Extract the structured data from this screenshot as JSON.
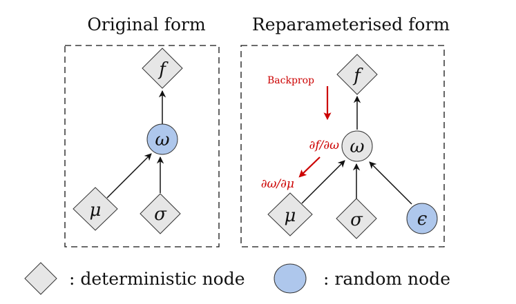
{
  "panels": {
    "original": {
      "title": "Original form"
    },
    "reparam": {
      "title": "Reparameterised form"
    }
  },
  "nodes": {
    "f": "f",
    "omega": "ω",
    "mu": "μ",
    "sigma": "σ",
    "epsilon": "ϵ"
  },
  "annotations": {
    "backprop": "Backprop",
    "df_domega": "∂f/∂ω",
    "domega_dmu": "∂ω/∂μ"
  },
  "legend": {
    "deterministic": ": deterministic node",
    "random": ": random node"
  },
  "colors": {
    "deterministic_fill": "#e6e6e6",
    "random_fill": "#aec7ec",
    "backprop_red": "#cc0000",
    "edge": "#111111"
  }
}
